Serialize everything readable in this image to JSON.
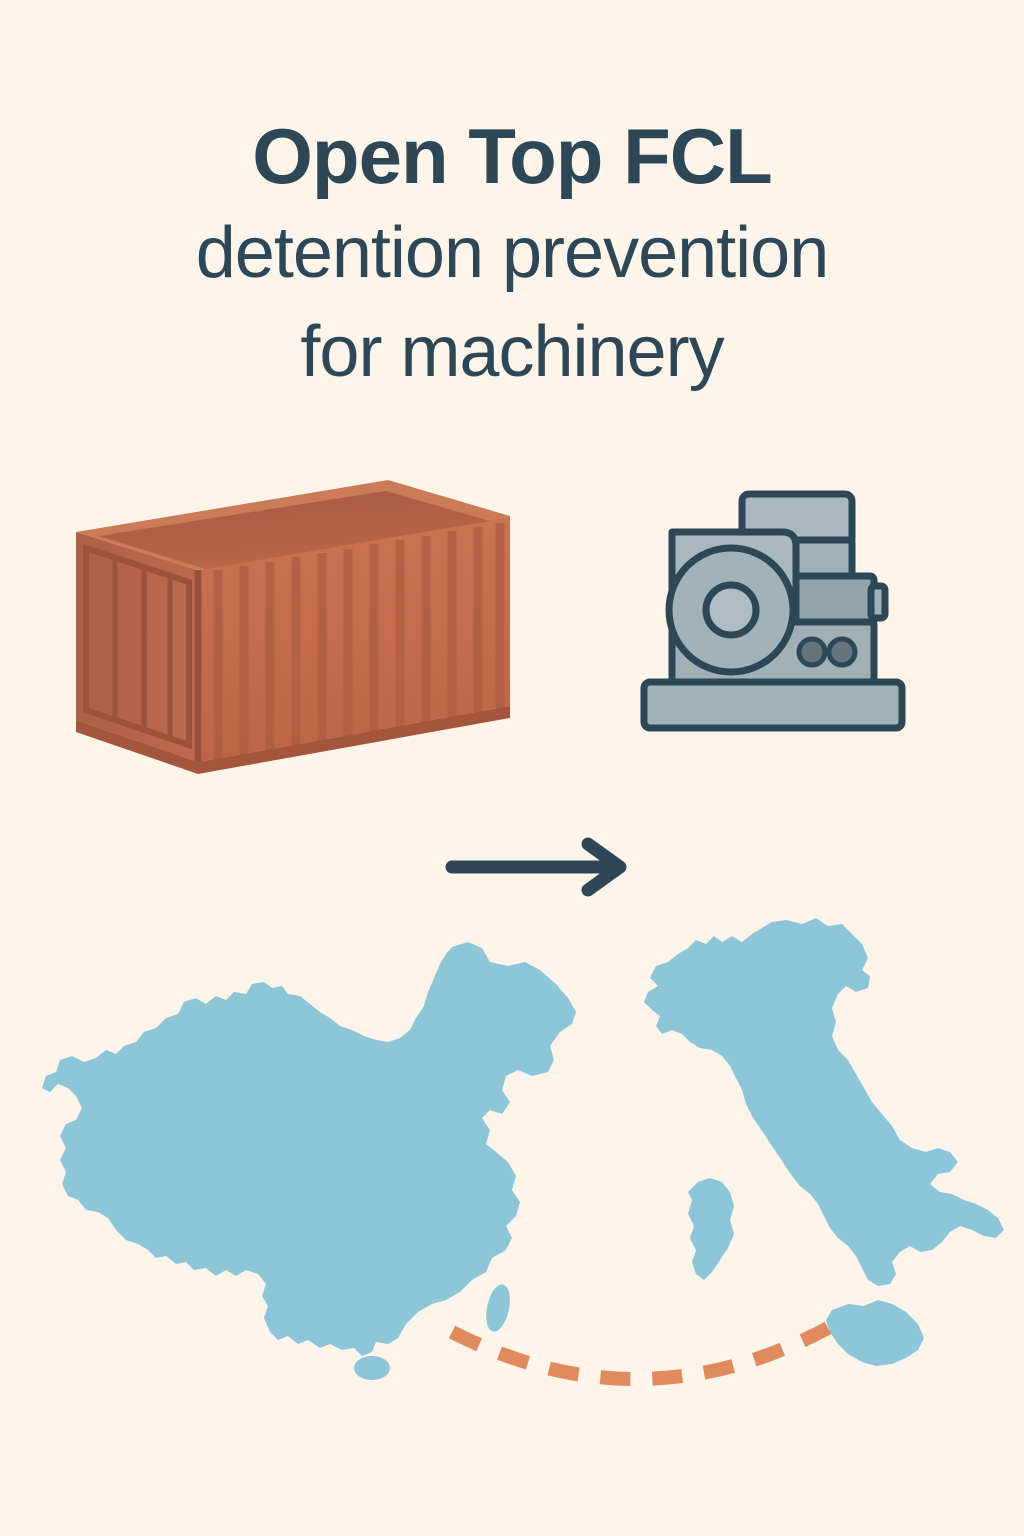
{
  "poster": {
    "background_color": "#FDF5EA",
    "text_color": "#2E4756"
  },
  "title": {
    "line_1": "Open Top FCL",
    "line_2": "detention prevention",
    "line_3": "for machinery",
    "full_text": "Open Top FCL detention prevention for machinery"
  },
  "illustrations": {
    "container": {
      "label": "open-top shipping container",
      "body_color": "#C4704F",
      "rib_color": "#B26244",
      "top_rim_color": "#CC7B58",
      "interior_color": "#A9583F",
      "side_color": "#B2624A",
      "edge_color": "#9E5238"
    },
    "machinery": {
      "label": "industrial machinery unit",
      "body_color": "#9FB0B6",
      "body_light": "#B3C0C5",
      "body_shade": "#8C9DA4",
      "outline_color": "#2E4756",
      "knob_color": "#64757D"
    },
    "arrow": {
      "label": "rightward flow arrow",
      "color": "#2E4756",
      "direction": "right"
    }
  },
  "maps": {
    "land_color": "#8DC5D9",
    "origin": {
      "name": "China",
      "label": "origin country map"
    },
    "destination": {
      "name": "Italy",
      "label": "destination country map"
    },
    "route": {
      "label": "sea freight route",
      "color": "#E08B5E",
      "style": "dashed",
      "dash_count": 9
    }
  }
}
